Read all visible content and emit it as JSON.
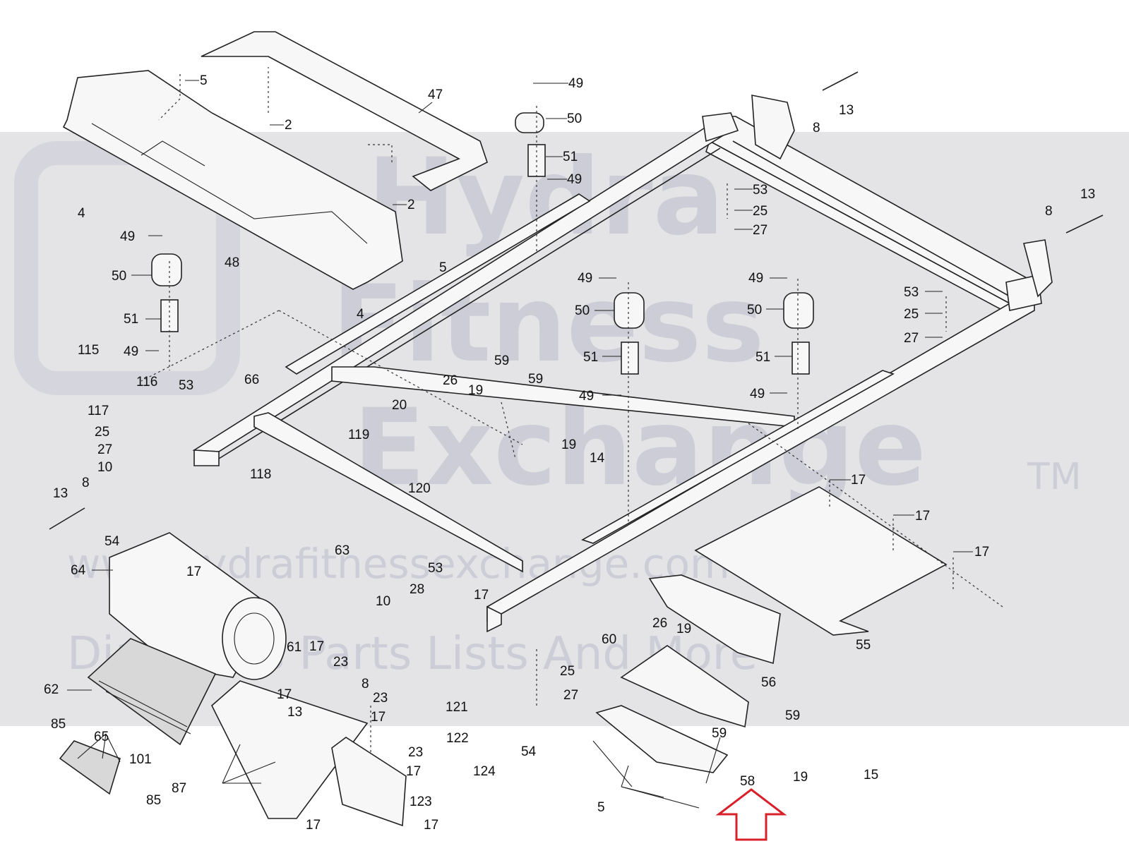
{
  "diagram": {
    "callouts": [
      {
        "id": "c1",
        "label": "5"
      },
      {
        "id": "c2",
        "label": "2"
      },
      {
        "id": "c3",
        "label": "47"
      },
      {
        "id": "c4",
        "label": "2"
      },
      {
        "id": "c5",
        "label": "48"
      },
      {
        "id": "c6",
        "label": "4"
      },
      {
        "id": "c7",
        "label": "5"
      },
      {
        "id": "c8",
        "label": "4"
      },
      {
        "id": "c9",
        "label": "49"
      },
      {
        "id": "c10",
        "label": "50"
      },
      {
        "id": "c11",
        "label": "51"
      },
      {
        "id": "c12",
        "label": "49"
      },
      {
        "id": "c13",
        "label": "8"
      },
      {
        "id": "c14",
        "label": "13"
      },
      {
        "id": "c15",
        "label": "53"
      },
      {
        "id": "c16",
        "label": "25"
      },
      {
        "id": "c17",
        "label": "27"
      },
      {
        "id": "c18",
        "label": "13"
      },
      {
        "id": "c19",
        "label": "8"
      },
      {
        "id": "c20",
        "label": "49"
      },
      {
        "id": "c21",
        "label": "50"
      },
      {
        "id": "c22",
        "label": "51"
      },
      {
        "id": "c23",
        "label": "49"
      },
      {
        "id": "c24",
        "label": "49"
      },
      {
        "id": "c25",
        "label": "50"
      },
      {
        "id": "c26",
        "label": "51"
      },
      {
        "id": "c27",
        "label": "49"
      },
      {
        "id": "c28",
        "label": "53"
      },
      {
        "id": "c29",
        "label": "25"
      },
      {
        "id": "c30",
        "label": "27"
      },
      {
        "id": "c31",
        "label": "49"
      },
      {
        "id": "c32",
        "label": "50"
      },
      {
        "id": "c33",
        "label": "51"
      },
      {
        "id": "c34",
        "label": "49"
      },
      {
        "id": "c35",
        "label": "115"
      },
      {
        "id": "c36",
        "label": "116"
      },
      {
        "id": "c37",
        "label": "53"
      },
      {
        "id": "c38",
        "label": "66"
      },
      {
        "id": "c39",
        "label": "117"
      },
      {
        "id": "c40",
        "label": "25"
      },
      {
        "id": "c41",
        "label": "27"
      },
      {
        "id": "c42",
        "label": "10"
      },
      {
        "id": "c43",
        "label": "13"
      },
      {
        "id": "c44",
        "label": "8"
      },
      {
        "id": "c45",
        "label": "54"
      },
      {
        "id": "c46",
        "label": "59"
      },
      {
        "id": "c47",
        "label": "59"
      },
      {
        "id": "c48",
        "label": "26"
      },
      {
        "id": "c49",
        "label": "19"
      },
      {
        "id": "c50",
        "label": "20"
      },
      {
        "id": "c51",
        "label": "119"
      },
      {
        "id": "c52",
        "label": "120"
      },
      {
        "id": "c53",
        "label": "19"
      },
      {
        "id": "c54",
        "label": "14"
      },
      {
        "id": "c55",
        "label": "118"
      },
      {
        "id": "c56",
        "label": "17"
      },
      {
        "id": "c57",
        "label": "17"
      },
      {
        "id": "c58",
        "label": "17"
      },
      {
        "id": "c59",
        "label": "64"
      },
      {
        "id": "c60",
        "label": "17"
      },
      {
        "id": "c61",
        "label": "63"
      },
      {
        "id": "c62",
        "label": "53"
      },
      {
        "id": "c63",
        "label": "17"
      },
      {
        "id": "c64",
        "label": "10"
      },
      {
        "id": "c65",
        "label": "28"
      },
      {
        "id": "c66",
        "label": "17"
      },
      {
        "id": "c67",
        "label": "61"
      },
      {
        "id": "c68",
        "label": "23"
      },
      {
        "id": "c69",
        "label": "17"
      },
      {
        "id": "c70",
        "label": "8"
      },
      {
        "id": "c71",
        "label": "13"
      },
      {
        "id": "c72",
        "label": "23"
      },
      {
        "id": "c73",
        "label": "17"
      },
      {
        "id": "c74",
        "label": "62"
      },
      {
        "id": "c75",
        "label": "85"
      },
      {
        "id": "c76",
        "label": "65"
      },
      {
        "id": "c77",
        "label": "101"
      },
      {
        "id": "c78",
        "label": "85"
      },
      {
        "id": "c79",
        "label": "87"
      },
      {
        "id": "c80",
        "label": "121"
      },
      {
        "id": "c81",
        "label": "122"
      },
      {
        "id": "c82",
        "label": "23"
      },
      {
        "id": "c83",
        "label": "17"
      },
      {
        "id": "c84",
        "label": "123"
      },
      {
        "id": "c85",
        "label": "17"
      },
      {
        "id": "c86",
        "label": "17"
      },
      {
        "id": "c87",
        "label": "124"
      },
      {
        "id": "c88",
        "label": "54"
      },
      {
        "id": "c89",
        "label": "25"
      },
      {
        "id": "c90",
        "label": "27"
      },
      {
        "id": "c91",
        "label": "60"
      },
      {
        "id": "c92",
        "label": "26"
      },
      {
        "id": "c93",
        "label": "19"
      },
      {
        "id": "c94",
        "label": "56"
      },
      {
        "id": "c95",
        "label": "59"
      },
      {
        "id": "c96",
        "label": "59"
      },
      {
        "id": "c97",
        "label": "19"
      },
      {
        "id": "c98",
        "label": "15"
      },
      {
        "id": "c99",
        "label": "58"
      },
      {
        "id": "c100",
        "label": "5"
      },
      {
        "id": "c101",
        "label": "55"
      }
    ],
    "watermark": {
      "line1": "Hydra",
      "line2": "Fitness",
      "line3": "Exchange",
      "trademark": "TM",
      "url": "www.hydrafitnessexchange.com",
      "tagline": "Diagrams Parts Lists And More"
    },
    "highlight_color": "#d8202a"
  }
}
